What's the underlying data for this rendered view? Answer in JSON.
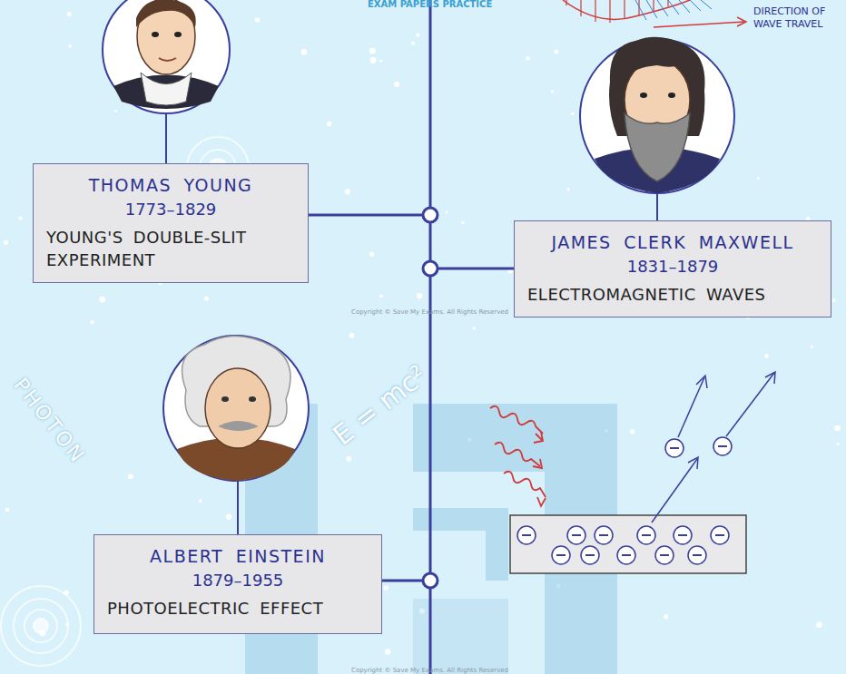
{
  "diagram": {
    "nodes": [
      {
        "text": [
          "THOMAS YOUNG",
          "1773–1829",
          "YOUNG'S DOUBLE-SLIT EXPERIMENT"
        ]
      },
      {
        "text": [
          "JAMES CLERK MAXWELL",
          "1831–1879",
          "ELECTROMAGNETIC WAVES"
        ]
      },
      {
        "text": [
          "ALBERT EINSTEIN",
          "1879–1955",
          "PHOTOELECTRIC EFFECT"
        ]
      }
    ],
    "labels": [
      "EXAM PAPERS PRACTICE",
      "DIRECTION OF WAVE TRAVEL",
      "PHOTON",
      "E = mc²",
      "Copyright © Save My Exams. All Rights Reserved",
      "Copyright © Save My Exams. All Rights Reserved"
    ]
  }
}
